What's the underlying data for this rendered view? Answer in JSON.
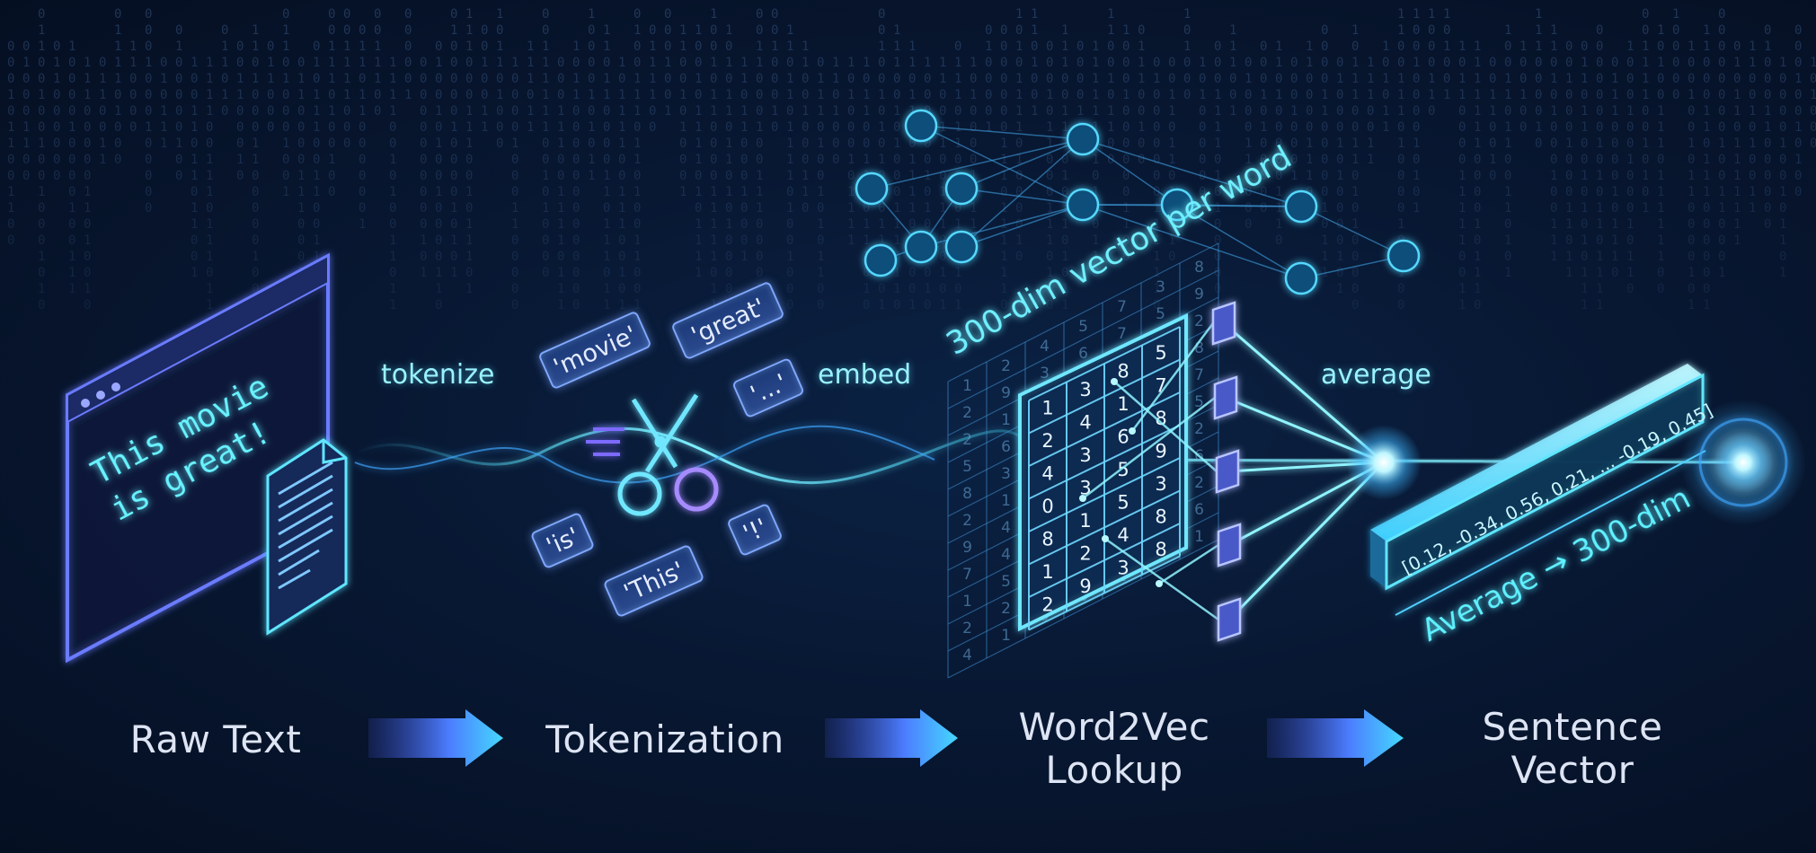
{
  "raw_text": {
    "line1": "This movie",
    "line2": "is great!"
  },
  "tokens": [
    "'movie'",
    "'great'",
    "'...'",
    "'is'",
    "'!'",
    "'This'"
  ],
  "edge_labels": {
    "tokenize": "tokenize",
    "embed": "embed",
    "average": "average"
  },
  "matrix": {
    "caption": "300-dim vector per word",
    "front_rows": [
      [
        "1",
        "3",
        "8",
        "5"
      ],
      [
        "2",
        "4",
        "1",
        "7"
      ],
      [
        "4",
        "3",
        "6",
        "8"
      ],
      [
        "0",
        "3",
        "5",
        "9"
      ],
      [
        "8",
        "1",
        "5",
        "3"
      ],
      [
        "1",
        "2",
        "4",
        "8"
      ],
      [
        "2",
        "9",
        "3",
        "8"
      ]
    ],
    "back_rows": [
      [
        "1",
        "2",
        "4",
        "5",
        "7",
        "3",
        "8"
      ],
      [
        "2",
        "9",
        "3",
        "6",
        "7",
        "5",
        "9"
      ],
      [
        "2",
        "1",
        "7",
        "6",
        "3",
        "5",
        "2"
      ],
      [
        "5",
        "6",
        "9",
        "8",
        "6",
        "4",
        "8"
      ],
      [
        "8",
        "3",
        "5",
        "2",
        "3",
        "8",
        "7"
      ],
      [
        "2",
        "1",
        "8",
        "5",
        "9",
        "3",
        "5"
      ],
      [
        "9",
        "4",
        "6",
        "3",
        "8",
        "1",
        "2"
      ],
      [
        "7",
        "4",
        "9",
        "5",
        "6",
        "4",
        "6"
      ],
      [
        "1",
        "5",
        "4",
        "3",
        "4",
        "7",
        "2"
      ],
      [
        "2",
        "2",
        "8",
        "7",
        "5",
        "2",
        "6"
      ],
      [
        "4",
        "1",
        "9",
        "6",
        "2",
        "4",
        "1"
      ]
    ]
  },
  "sentence_vector": {
    "values": "[0.12, -0.34, 0.56, 0.21, ... -0.19, 0.45]",
    "caption": "Average → 300-dim"
  },
  "steps": {
    "raw_text": "Raw Text",
    "tokenization": "Tokenization",
    "word2vec": [
      "Word2Vec",
      "Lookup"
    ],
    "sentence_vector": [
      "Sentence",
      "Vector"
    ]
  },
  "colors": {
    "background": "#081833",
    "neon_blue": "#3fdcff",
    "neon_violet": "#8a7bff",
    "text": "#dde4f3"
  }
}
